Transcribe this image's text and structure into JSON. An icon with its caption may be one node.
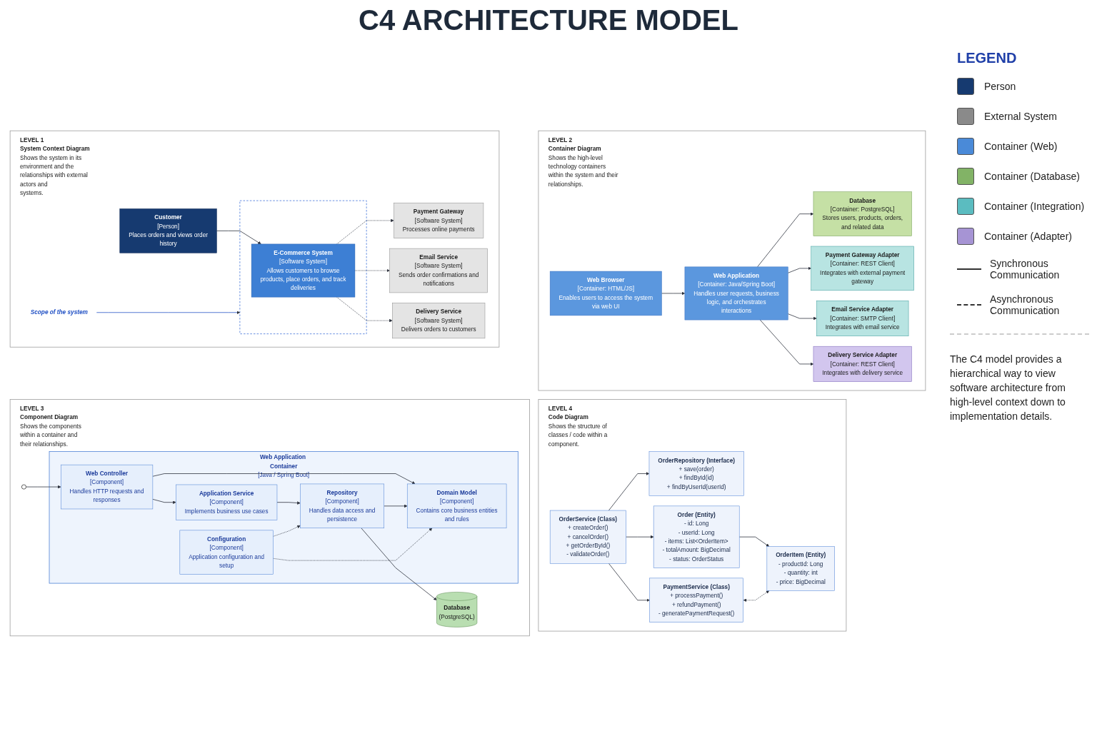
{
  "diagram": {
    "title": "C4 ARCHITECTURE MODEL",
    "nodes": [
      {
        "text": [
          "LEVEL 1",
          "System Context Diagram",
          "Shows the system in its environment and the relationships with external actors and systems."
        ]
      },
      {
        "text": [],
        "shape": "box",
        "in": 0
      },
      {
        "text": [
          "Scope of the system"
        ],
        "in": 0
      },
      {
        "text": [
          "Customer",
          "[Person]",
          "Places orders and views order history"
        ],
        "in": 0
      },
      {
        "text": [
          "E-Commerce System",
          "[Software System]",
          "Allows customers to browse products, place orders, and track deliveries"
        ],
        "in": 1
      },
      {
        "text": [
          "Payment Gateway",
          "[Software System]",
          "Processes online payments"
        ],
        "in": 0
      },
      {
        "text": [
          "Email Service",
          "[Software System]",
          "Sends order confirmations and notifications"
        ],
        "in": 0
      },
      {
        "text": [
          "Delivery Service",
          "[Software System]",
          "Delivers orders to customers"
        ],
        "in": 0
      },
      {
        "text": [
          "LEVEL 2",
          "Container Diagram",
          "Shows the high-level technology containers within the system and their relationships."
        ]
      },
      {
        "text": [
          "Web Browser",
          "[Container: HTML/JS]",
          "Enables users to access the system via web UI"
        ],
        "in": 8
      },
      {
        "text": [
          "Database",
          "[Container: PostgreSQL]",
          "Stores users, products, orders, and related data"
        ],
        "in": 8
      },
      {
        "text": [
          "Web Application",
          "[Container: Java/Spring Boot]",
          "Handles user requests, business logic, and orchestrates interactions"
        ],
        "in": 8
      },
      {
        "text": [
          "Payment Gateway Adapter",
          "[Container: REST Client]",
          "Integrates with external payment gateway"
        ],
        "in": 8
      },
      {
        "text": [
          "Email Service Adapter",
          "[Container: SMTP Client]",
          "Integrates with email service"
        ],
        "in": 8
      },
      {
        "text": [
          "Delivery Service Adapter",
          "[Container: REST Client]",
          "Integrates with delivery service"
        ],
        "in": 8
      },
      {
        "text": [
          "LEVEL 3",
          "Component Diagram",
          "Shows the components within a container and their relationships."
        ]
      },
      {
        "text": [],
        "shape": "circle",
        "in": 15
      },
      {
        "text": [
          "Web Application Container",
          "[Java / Spring Boot]"
        ],
        "in": 15
      },
      {
        "text": [
          "Web Controller",
          "[Component]",
          "Handles HTTP requests and responses"
        ],
        "in": 17
      },
      {
        "text": [
          "Application Service",
          "[Component]",
          "Implements business use cases"
        ],
        "in": 17
      },
      {
        "text": [
          "Domain Model",
          "[Component]",
          "Contains core business entities and rules"
        ],
        "in": 17
      },
      {
        "text": [
          "Repository",
          "[Component]",
          "Handles data access and persistence"
        ],
        "in": 17
      },
      {
        "text": [
          "Configuration",
          "[Component]",
          "Application configuration and setup"
        ],
        "in": 17
      },
      {
        "text": [
          "Database",
          "(PostgreSQL)"
        ],
        "in": 15
      },
      {
        "text": [
          "LEVEL 4",
          "Code Diagram",
          "Shows the structure of classes / code within a component."
        ]
      },
      {
        "text": [
          "OrderService (Class)",
          "+ createOrder()",
          "+ cancelOrder()",
          "+ getOrderById()",
          "- validateOrder()"
        ],
        "in": 24
      },
      {
        "text": [
          "OrderRepository (Interface)",
          "+ save(order)",
          "+ findById(id)",
          "+ findByUserId(userId)"
        ],
        "in": 24
      },
      {
        "text": [
          "Order (Entity)",
          "- id: Long",
          "- userId: Long",
          "- items: List<OrderItem>",
          "- totalAmount: BigDecimal",
          "- status: OrderStatus"
        ],
        "in": 24
      },
      {
        "text": [
          "PaymentService (Class)",
          "+ processPayment()",
          "+ refundPayment()",
          "- generatePaymentRequest()"
        ],
        "in": 24
      },
      {
        "text": [
          "OrderItem (Entity)",
          "- productId: Long",
          "- quantity: int",
          "- price: BigDecimal"
        ],
        "in": 24
      }
    ],
    "edges": [
      {
        "from": 3,
        "to": 4,
        "arrow": "to"
      },
      {
        "from": 4,
        "to": 5,
        "arrow": "to",
        "style": "dashed"
      },
      {
        "from": 4,
        "to": 6,
        "arrow": "to",
        "style": "dashed"
      },
      {
        "from": 4,
        "to": 7,
        "arrow": "to",
        "style": "dashed"
      },
      {
        "from": 2,
        "to": 1,
        "arrow": "to",
        "color": "#1f4fc4"
      },
      {
        "from": 9,
        "to": 11,
        "arrow": "to"
      },
      {
        "from": 11,
        "to": 10,
        "arrow": "to"
      },
      {
        "from": 11,
        "to": 12,
        "arrow": "to"
      },
      {
        "from": 11,
        "to": 13,
        "arrow": "to"
      },
      {
        "from": 11,
        "to": 14,
        "arrow": "to"
      },
      {
        "from": 16,
        "to": 18,
        "arrow": "to"
      },
      {
        "from": 18,
        "to": 19,
        "arrow": "to"
      },
      {
        "from": 18,
        "to": 20,
        "arrow": "to"
      },
      {
        "from": 19,
        "to": 21,
        "arrow": "to"
      },
      {
        "from": 21,
        "to": 20,
        "arrow": "to"
      },
      {
        "from": 21,
        "to": 23,
        "arrow": "to"
      },
      {
        "from": 22,
        "to": 20,
        "arrow": "to",
        "style": "dashed"
      },
      {
        "from": 22,
        "to": 21,
        "arrow": "to",
        "style": "dashed"
      },
      {
        "from": 25,
        "to": 26,
        "arrow": "to"
      },
      {
        "from": 25,
        "to": 27,
        "arrow": "to"
      },
      {
        "from": 25,
        "to": 28,
        "arrow": "to"
      },
      {
        "from": 27,
        "to": 29,
        "arrow": "to"
      },
      {
        "from": 28,
        "to": 29,
        "arrow": "both",
        "style": "dashed"
      }
    ],
    "labels": [
      "LEGEND",
      "The C4 model provides a hierarchical way to view software architecture from high-level context down to implementation details."
    ],
    "legend": [
      {
        "text": "Person",
        "color": "#163a70"
      },
      {
        "text": "External System",
        "color": "#8a8a8a"
      },
      {
        "text": "Container (Web)",
        "color": "#4a8ad8"
      },
      {
        "text": "Container (Database)",
        "color": "#82b366"
      },
      {
        "text": "Container (Integration)",
        "color": "#5bbcc0"
      },
      {
        "text": "Container (Adapter)",
        "color": "#a694d4"
      },
      {
        "text": "Synchronous Communication"
      },
      {
        "text": "Asynchronous Communication"
      }
    ]
  }
}
